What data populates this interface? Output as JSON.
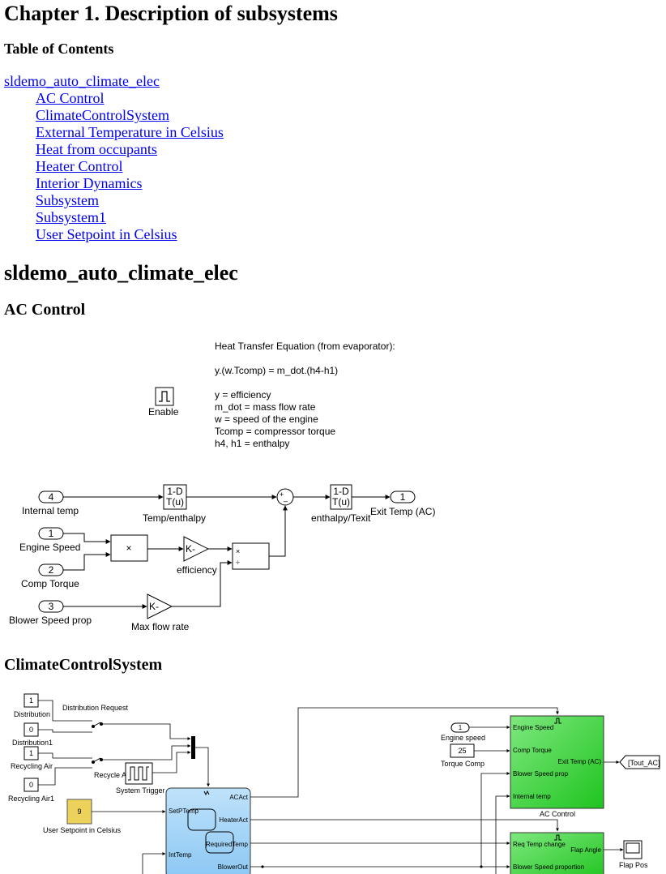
{
  "chapter_title": "Chapter 1. Description of subsystems",
  "toc": {
    "heading": "Table of Contents",
    "root": "sldemo_auto_climate_elec",
    "items": [
      "AC Control",
      "ClimateControlSystem",
      "External Temperature in Celsius",
      "Heat from occupants",
      "Heater Control",
      "Interior Dynamics",
      "Subsystem",
      "Subsystem1",
      "User Setpoint in Celsius"
    ]
  },
  "section_title": "sldemo_auto_climate_elec",
  "ac_control": {
    "heading": "AC Control",
    "equation": {
      "title": "Heat Transfer Equation (from evaporator):",
      "formula": "y.(w.Tcomp) = m_dot.(h4-h1)",
      "defs": [
        "y = efficiency",
        "m_dot = mass flow rate",
        "w = speed of the engine",
        "Tcomp = compressor torque",
        "h4, h1 = enthalpy"
      ]
    },
    "enable_label": "Enable",
    "inports": [
      {
        "num": "4",
        "label": "Internal temp"
      },
      {
        "num": "1",
        "label": "Engine Speed"
      },
      {
        "num": "2",
        "label": "Comp Torque"
      },
      {
        "num": "3",
        "label": "Blower Speed prop"
      }
    ],
    "outport": {
      "num": "1",
      "label": "Exit Temp (AC)"
    },
    "lookup_text_top": "1-D",
    "lookup_text_bottom": "T(u)",
    "lookup1_label": "Temp/enthalpy",
    "lookup2_label": "enthalpy/Texit",
    "product_sym": "×",
    "gain_text": "K-",
    "gain1_label": "efficiency",
    "gain2_label": "Max flow rate",
    "divide_top": "×",
    "divide_bottom": "÷",
    "sum_plus": "+",
    "sum_minus": "–"
  },
  "ccs": {
    "heading": "ClimateControlSystem",
    "constants": [
      {
        "val": "1",
        "label": "Distribution"
      },
      {
        "val": "0",
        "label": "Distribution1"
      },
      {
        "val": "1",
        "label": "Recycling Air"
      },
      {
        "val": "0",
        "label": "Recycling Air1"
      }
    ],
    "dist_request": "Distribution Request",
    "recycle_on": "Recycle Air On",
    "system_trigger": "System Trigger",
    "setpoint_val": "9",
    "setpoint_label": "User Setpoint in Celsius",
    "chart_ports_in": [
      "SetPTemp",
      "IntTemp"
    ],
    "chart_ports_out": [
      "ACAct",
      "HeaterAct",
      "RequiredTemp",
      "BlowerOut"
    ],
    "engine_speed_val": "1",
    "engine_speed_label": "Engine speed",
    "torque_val": "25",
    "torque_label": "Torque Comp",
    "ac_block": {
      "inputs": [
        "Engine Speed",
        "Comp Torque",
        "Blower Speed prop",
        "Internal temp"
      ],
      "output": "Exit Temp (AC)",
      "label": "AC Control"
    },
    "goto_label": "[Tout_AC]",
    "heater_block": {
      "inputs": [
        "Req Temp change",
        "Blower Speed proportion"
      ],
      "output": "Flap Angle"
    },
    "flap_label": "Flap Pos"
  }
}
